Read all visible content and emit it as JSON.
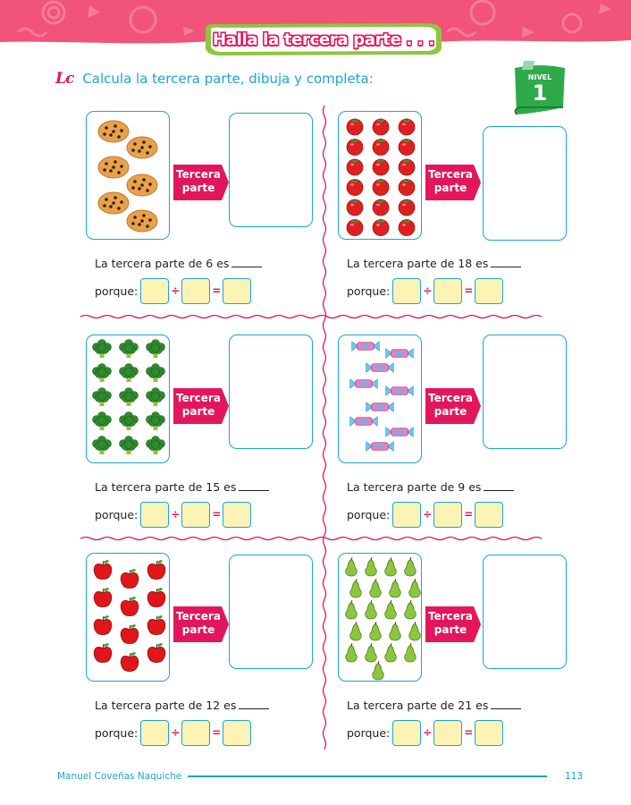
{
  "header": {
    "title": "Halla la tercera parte . . .",
    "colors": {
      "band": "#f25378",
      "banner_fill": "#ffffff",
      "banner_border": "#8dc63f",
      "title_outline": "#e3165b"
    }
  },
  "instruction": {
    "icon_text": "Lc",
    "text": "Calcula la tercera parte, dibuja y completa:"
  },
  "level_badge": {
    "label": "NIVEL",
    "number": "1",
    "color": "#2eaa4a"
  },
  "exercises": [
    {
      "item_icon": "cookie-icon",
      "item_count": 6,
      "tag_line1": "Tercera",
      "tag_line2": "parte",
      "statement": "La tercera parte de 6 es",
      "porque_label": "porque:",
      "divide_sign": "÷",
      "equals_sign": "="
    },
    {
      "item_icon": "tomato-icon",
      "item_count": 18,
      "tag_line1": "Tercera",
      "tag_line2": "parte",
      "statement": "La tercera parte de 18 es",
      "porque_label": "porque:",
      "divide_sign": "÷",
      "equals_sign": "="
    },
    {
      "item_icon": "broccoli-icon",
      "item_count": 15,
      "tag_line1": "Tercera",
      "tag_line2": "parte",
      "statement": "La tercera parte de 15 es",
      "porque_label": "porque:",
      "divide_sign": "÷",
      "equals_sign": "="
    },
    {
      "item_icon": "candy-icon",
      "item_count": 9,
      "tag_line1": "Tercera",
      "tag_line2": "parte",
      "statement": "La tercera parte de 9 es",
      "porque_label": "porque:",
      "divide_sign": "÷",
      "equals_sign": "="
    },
    {
      "item_icon": "apple-icon",
      "item_count": 12,
      "tag_line1": "Tercera",
      "tag_line2": "parte",
      "statement": "La tercera parte de 12 es",
      "porque_label": "porque:",
      "divide_sign": "÷",
      "equals_sign": "="
    },
    {
      "item_icon": "pear-icon",
      "item_count": 21,
      "tag_line1": "Tercera",
      "tag_line2": "parte",
      "statement": "La tercera parte de 21 es",
      "porque_label": "porque:",
      "divide_sign": "÷",
      "equals_sign": "="
    }
  ],
  "footer": {
    "author": "Manuel Coveñas Naquiche",
    "page_number": "113"
  },
  "colors": {
    "accent_blue": "#1ba5d8",
    "accent_pink": "#e3165b",
    "answer_fill": "#fdf3b5"
  }
}
